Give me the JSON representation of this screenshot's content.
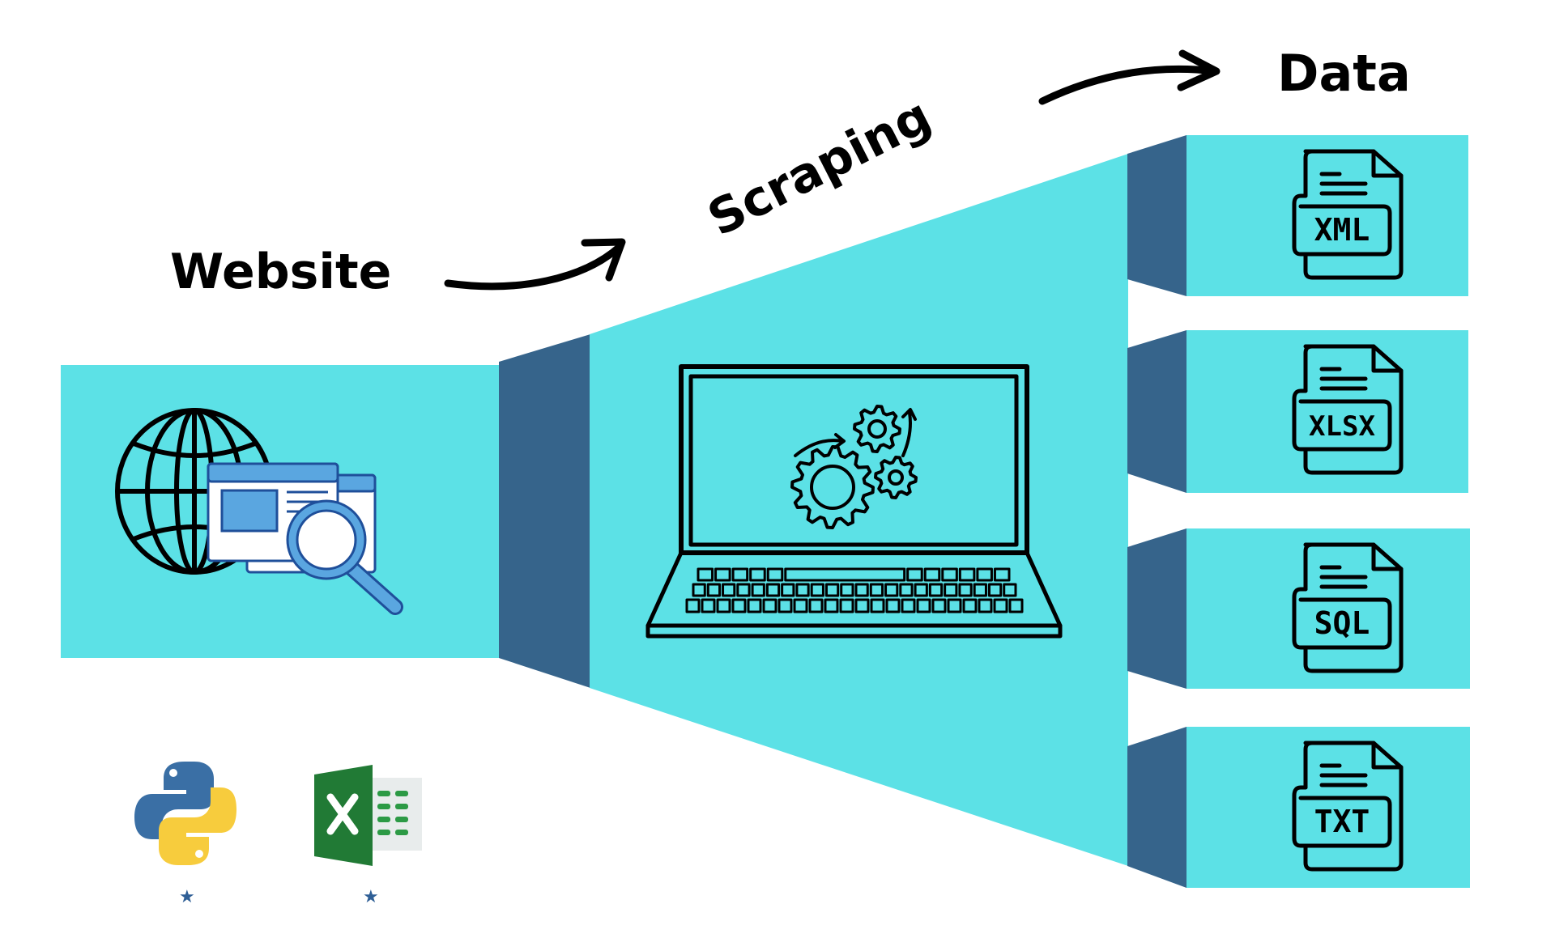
{
  "diagram": {
    "title": "Web Scraping Workflow",
    "stages": {
      "source": {
        "label": "Website",
        "icon": "globe-web-search-icon"
      },
      "process": {
        "label": "Scraping",
        "icon": "laptop-gears-icon"
      },
      "output": {
        "label": "Data"
      }
    },
    "output_formats": [
      {
        "label": "XML",
        "icon": "xml-file-icon"
      },
      {
        "label": "XLSX",
        "icon": "xlsx-file-icon"
      },
      {
        "label": "SQL",
        "icon": "sql-file-icon"
      },
      {
        "label": "TXT",
        "icon": "txt-file-icon"
      }
    ],
    "tools": [
      {
        "name": "Python",
        "icon": "python-logo-icon",
        "marker": "★"
      },
      {
        "name": "Excel",
        "icon": "excel-logo-icon",
        "marker": "★"
      }
    ],
    "colors": {
      "panel": "#5ce1e6",
      "shade": "#36648b",
      "ink": "#000000",
      "browser_blue": "#5aa6e0",
      "browser_dark": "#1f4f9a",
      "python_blue": "#3a6fa5",
      "python_yellow": "#f7cc3d",
      "excel_green": "#217a35",
      "excel_sheet": "#e8ecec",
      "star": "#2f5f96"
    }
  }
}
